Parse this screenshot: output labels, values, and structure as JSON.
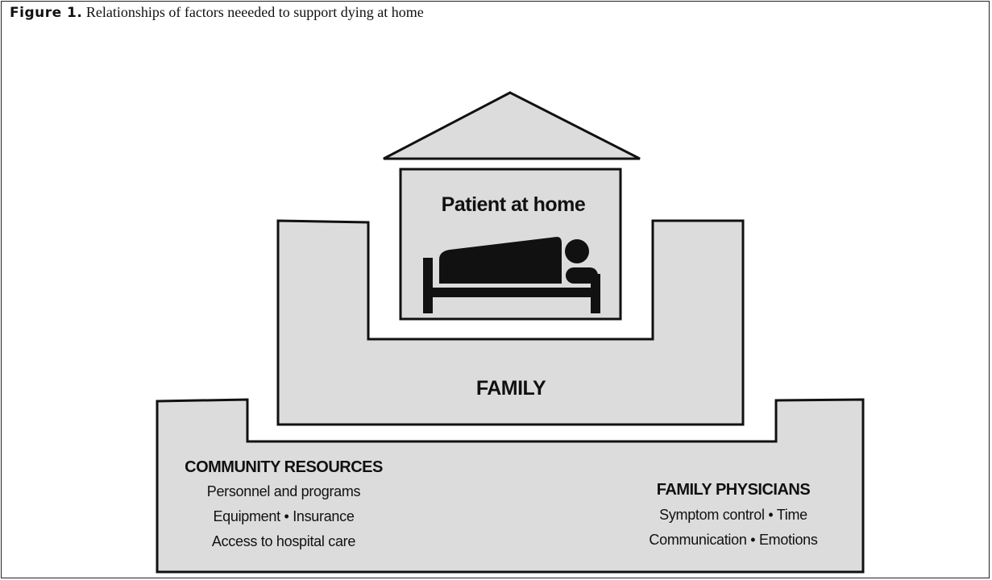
{
  "caption": {
    "label": "Figure 1.",
    "text": "Relationships of factors neeeded to support dying at home"
  },
  "roof": {
    "title": "Patient at home"
  },
  "family": {
    "label": "FAMILY"
  },
  "community": {
    "heading": "COMMUNITY RESOURCES",
    "lines": [
      "Personnel and programs",
      "Equipment • Insurance",
      "Access to hospital care"
    ]
  },
  "physicians": {
    "heading": "FAMILY PHYSICIANS",
    "lines": [
      "Symptom control • Time",
      "Communication • Emotions"
    ]
  },
  "colors": {
    "fill": "#dcdcdc",
    "stroke": "#111111",
    "icon": "#111111"
  },
  "icons": {
    "patient": "bed-patient-icon"
  }
}
